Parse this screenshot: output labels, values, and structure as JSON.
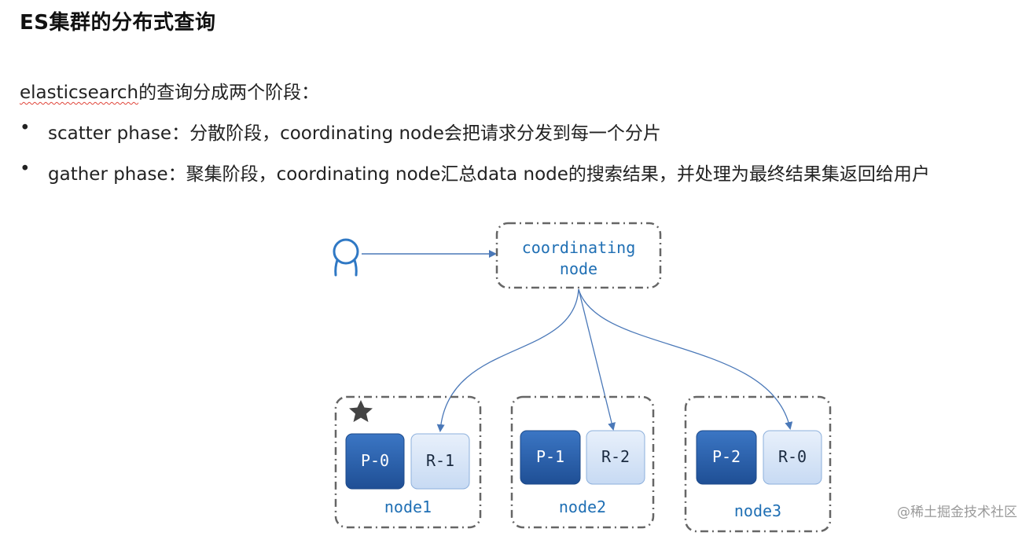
{
  "title": "ES集群的分布式查询",
  "intro": {
    "word": "elasticsearch",
    "rest": "的查询分成两个阶段："
  },
  "bullets": [
    {
      "marker": "•",
      "text": "scatter phase：分散阶段，coordinating node会把请求分发到每一个分片"
    },
    {
      "marker": "•",
      "text": "gather phase：聚集阶段，coordinating node汇总data node的搜索结果，并处理为最终结果集返回给用户"
    }
  ],
  "diagram": {
    "coordinator": {
      "line1": "coordinating",
      "line2": "node"
    },
    "user_icon": "user-icon",
    "leader_icon": "star-icon",
    "nodes": [
      {
        "label": "node1",
        "primary": "P-0",
        "replica": "R-1"
      },
      {
        "label": "node2",
        "primary": "P-1",
        "replica": "R-2"
      },
      {
        "label": "node3",
        "primary": "P-2",
        "replica": "R-0"
      }
    ],
    "colors": {
      "accent": "#1f6fb4",
      "primary_fill": "#2b62ad",
      "replica_fill": "#d5e4f7",
      "dash": "#666666",
      "arrow": "#4a78b8"
    }
  },
  "watermark": "@稀土掘金技术社区"
}
